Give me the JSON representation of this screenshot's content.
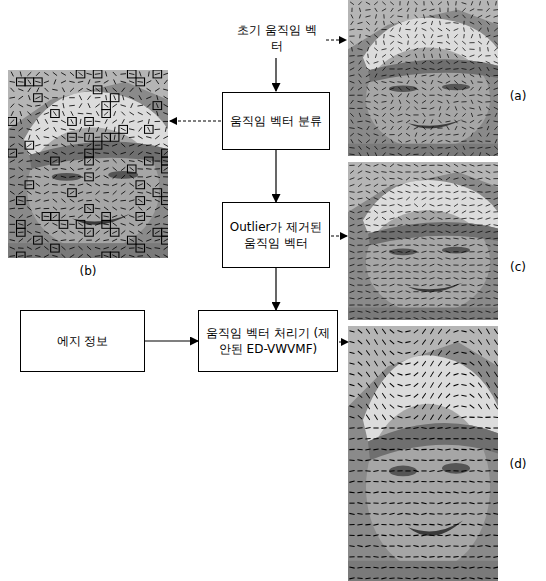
{
  "diagram": {
    "nodes": [
      {
        "text": [
          "움직임 벡터 분류"
        ]
      },
      {
        "text": [
          "Outlier가 제거된 움직임 벡터"
        ]
      },
      {
        "text": [
          "에지 정보"
        ]
      },
      {
        "text": [
          "움직임 벡터 처리기 (제안된 ED-VWVMF)"
        ]
      }
    ],
    "edges": [
      {
        "from": 0,
        "to": 1,
        "arrow": "to"
      },
      {
        "from": 1,
        "to": 3,
        "arrow": "to"
      },
      {
        "from": 2,
        "to": 3,
        "arrow": "to"
      }
    ],
    "labels": [
      "초기 움직임 벡터",
      "(a)",
      "(b)",
      "(c)",
      "(d)"
    ]
  }
}
